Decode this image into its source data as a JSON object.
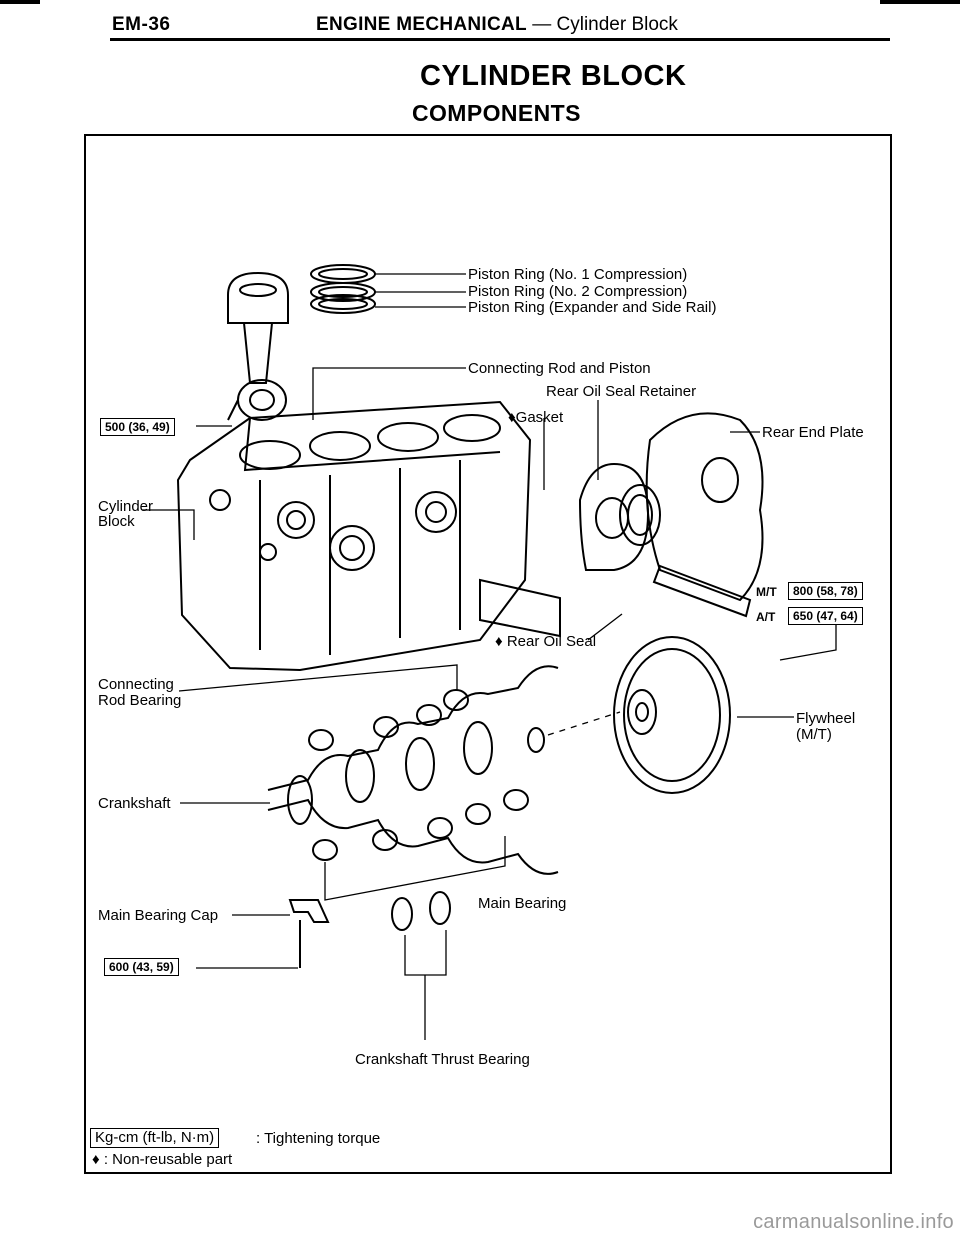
{
  "header": {
    "page_code": "EM-36",
    "section_bold": "ENGINE MECHANICAL",
    "section_rest": " — Cylinder Block"
  },
  "title": "CYLINDER BLOCK",
  "subtitle": "COMPONENTS",
  "labels": {
    "piston_ring_1": "Piston Ring (No. 1 Compression)",
    "piston_ring_2": "Piston Ring (No. 2 Compression)",
    "piston_ring_3": "Piston Ring (Expander and Side Rail)",
    "connecting_rod_piston": "Connecting Rod and Piston",
    "rear_oil_seal_retainer": "Rear Oil Seal Retainer",
    "gasket": "♦Gasket",
    "rear_end_plate": "Rear End Plate",
    "cylinder_block_1": "Cylinder",
    "cylinder_block_2": "Block",
    "rear_oil_seal": "♦ Rear Oil Seal",
    "connecting_rod_bearing_1": "Connecting",
    "connecting_rod_bearing_2": "Rod Bearing",
    "flywheel_1": "Flywheel",
    "flywheel_2": "(M/T)",
    "crankshaft": "Crankshaft",
    "main_bearing_cap": "Main Bearing Cap",
    "main_bearing": "Main Bearing",
    "crankshaft_thrust_bearing": "Crankshaft Thrust Bearing"
  },
  "torques": {
    "rod_cap": "500 (36, 49)",
    "flywheel_mt_prefix": "M/T",
    "flywheel_mt": "800 (58, 78)",
    "flywheel_at_prefix": "A/T",
    "flywheel_at": "650 (47, 64)",
    "main_cap": "600 (43, 59)"
  },
  "legend": {
    "torque_unit": "Kg-cm (ft-lb, N·m)",
    "torque_desc": ": Tightening torque",
    "nonreusable": "♦ : Non-reusable part"
  },
  "watermark": "carmanualsonline.info"
}
